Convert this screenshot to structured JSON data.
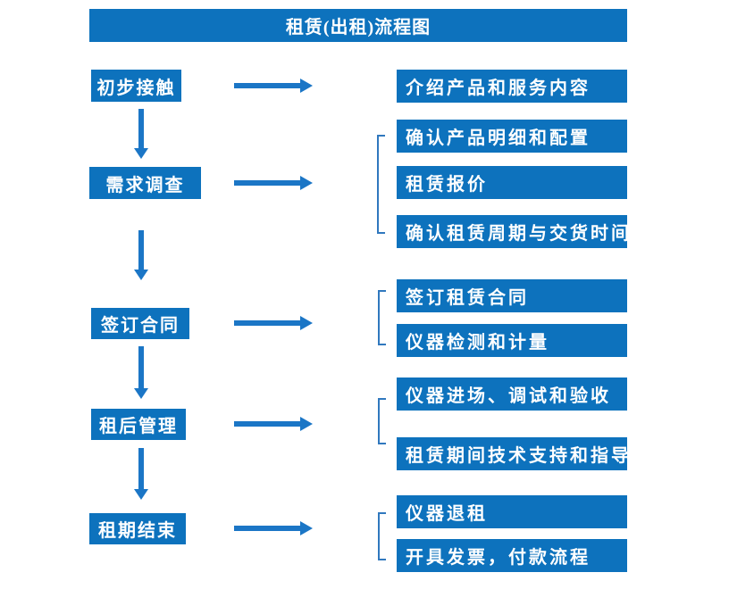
{
  "title": "租赁(出租)流程图",
  "colors": {
    "box": "#0d72bd",
    "arrow": "#1b76c6",
    "bracket": "#3078be",
    "text": "#ffffff",
    "background": "#ffffff"
  },
  "flow": {
    "steps": [
      {
        "label": "初步接触",
        "details": [
          "介绍产品和服务内容"
        ]
      },
      {
        "label": "需求调查",
        "details": [
          "确认产品明细和配置",
          "租赁报价",
          "确认租赁周期与交货时间"
        ]
      },
      {
        "label": "签订合同",
        "details": [
          "签订租赁合同",
          "仪器检测和计量"
        ]
      },
      {
        "label": "租后管理",
        "details": [
          "仪器进场、调试和验收",
          "租赁期间技术支持和指导"
        ]
      },
      {
        "label": "租期结束",
        "details": [
          "仪器退租",
          "开具发票，付款流程"
        ]
      }
    ]
  }
}
